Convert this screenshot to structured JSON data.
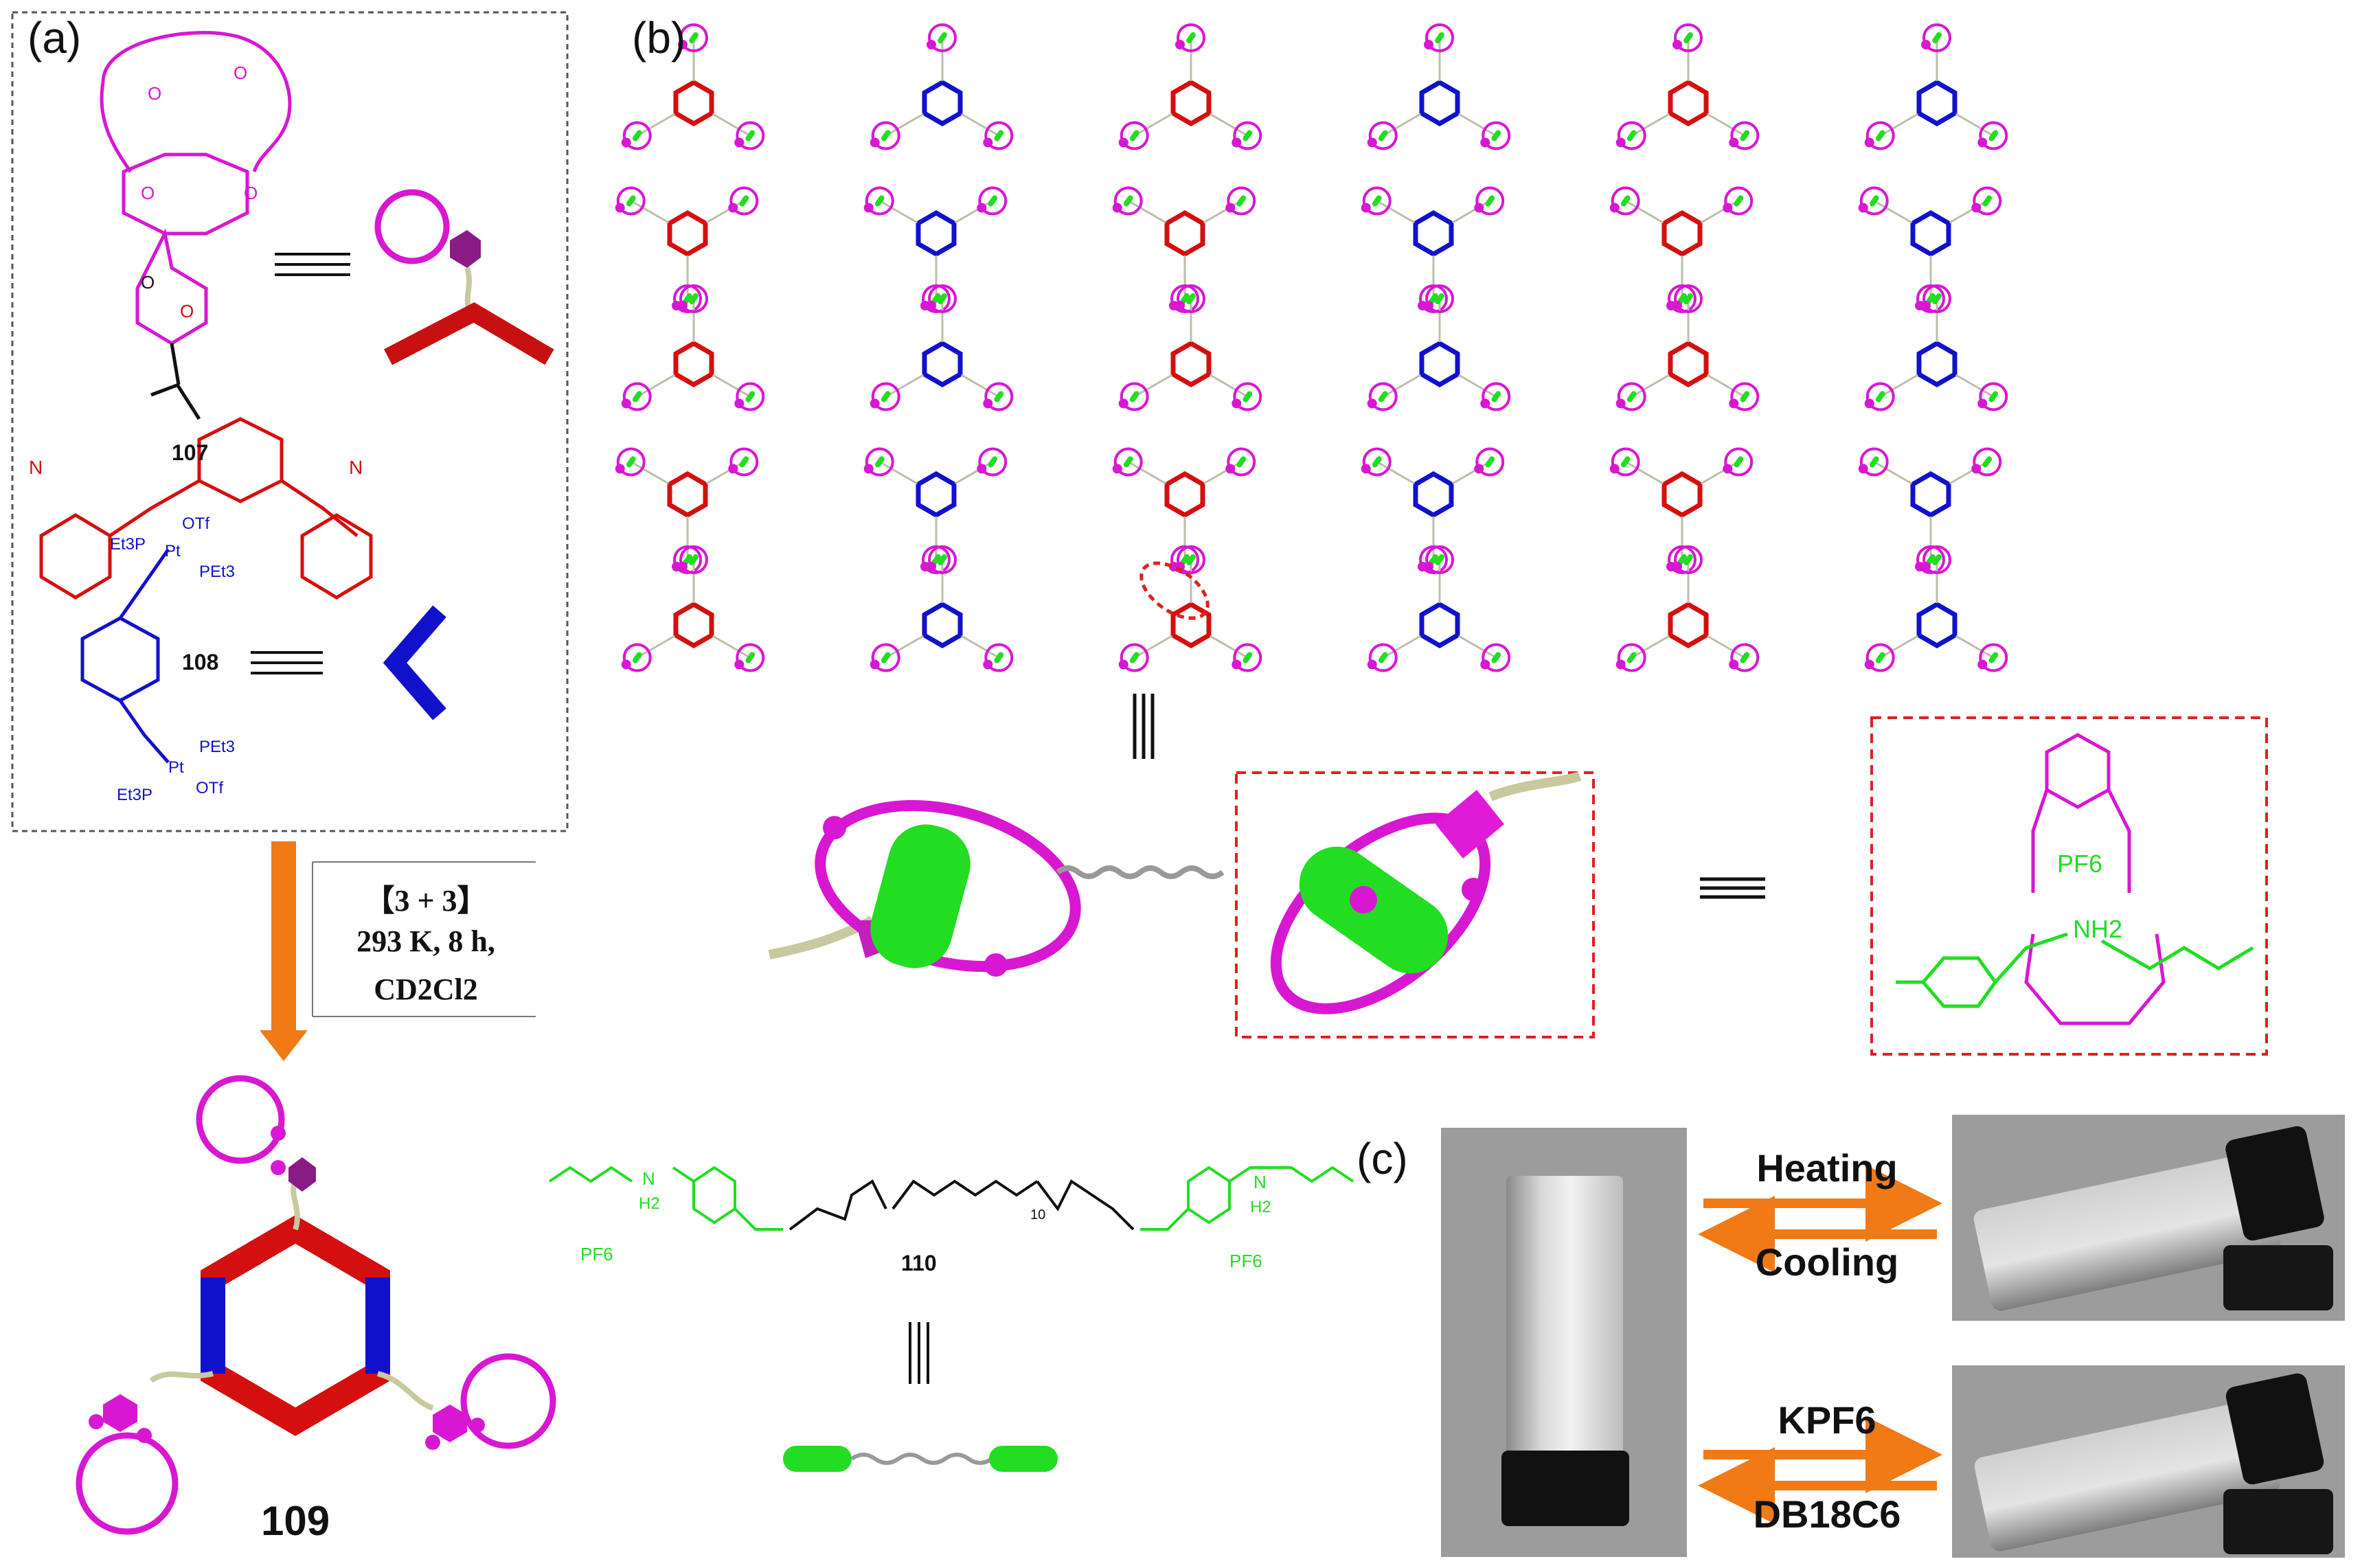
{
  "panels": {
    "a": "(a)",
    "b": "(b)",
    "c": "(c)"
  },
  "compounds": {
    "c107": "107",
    "c108": "108",
    "c109": "109",
    "c110": "110"
  },
  "atoms": {
    "o": "O",
    "n": "N",
    "otf": "OTf",
    "pet3": "PEt3",
    "et3p": "Et3P",
    "pt": "Pt",
    "pf6": "PF6",
    "nh2": "NH2",
    "h2": "H2",
    "sub10": "10"
  },
  "reaction": {
    "line1": "【3 + 3】",
    "line2": "293 K, 8 h,",
    "line3": "CD2Cl2"
  },
  "stimuli": {
    "heating": "Heating",
    "cooling": "Cooling",
    "kpf6": "KPF6",
    "db18c6": "DB18C6"
  },
  "colors": {
    "crown": "#d817d2",
    "red": "#d40f0f",
    "blue": "#1111cc",
    "green": "#22dd22",
    "orange": "#f07a16",
    "dashed_red": "#e02020"
  }
}
